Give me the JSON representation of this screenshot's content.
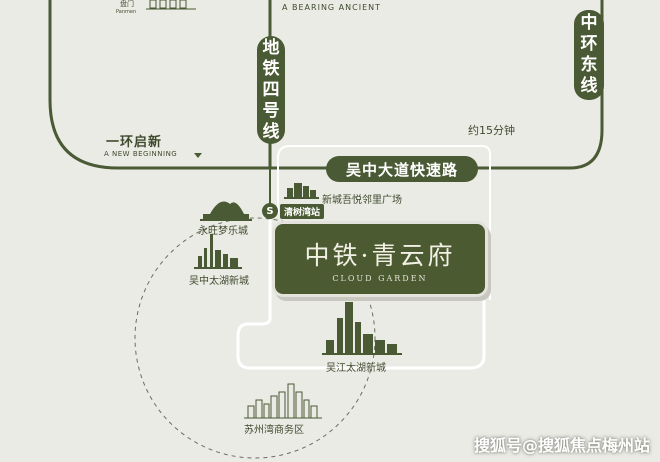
{
  "top_labels": {
    "panmen_cn": "盘门",
    "panmen_en": "Panmen",
    "bearing_ancient": "A BEARING ANCIENT"
  },
  "roads": {
    "metro_line_4": [
      "地",
      "铁",
      "四",
      "号",
      "线"
    ],
    "middle_ring_east": [
      "中",
      "环",
      "东",
      "线"
    ],
    "wuzhong_expressway": "吴中大道快速路",
    "first_ring_cn": "一环启新",
    "first_ring_en": "A NEW BEGINNING",
    "travel_time": "约15分钟"
  },
  "station": {
    "logo_glyph": "S",
    "name": "清树湾站"
  },
  "project": {
    "name_cn": "中铁·青云府",
    "name_en": "CLOUD GARDEN"
  },
  "places": {
    "xincheng_plaza": "新城吾悦邻里广场",
    "yongwang": "永旺梦乐城",
    "wuzhong_taihu": "吴中太湖新城",
    "wujiang_taihu": "吴江太湖新城",
    "suzhouwan": "苏州湾商务区"
  },
  "watermark": "搜狐号@搜狐焦点梅州站",
  "colors": {
    "accent": "#4a5a34",
    "background": "#ebebe6",
    "road_outline": "#4a5a34"
  }
}
